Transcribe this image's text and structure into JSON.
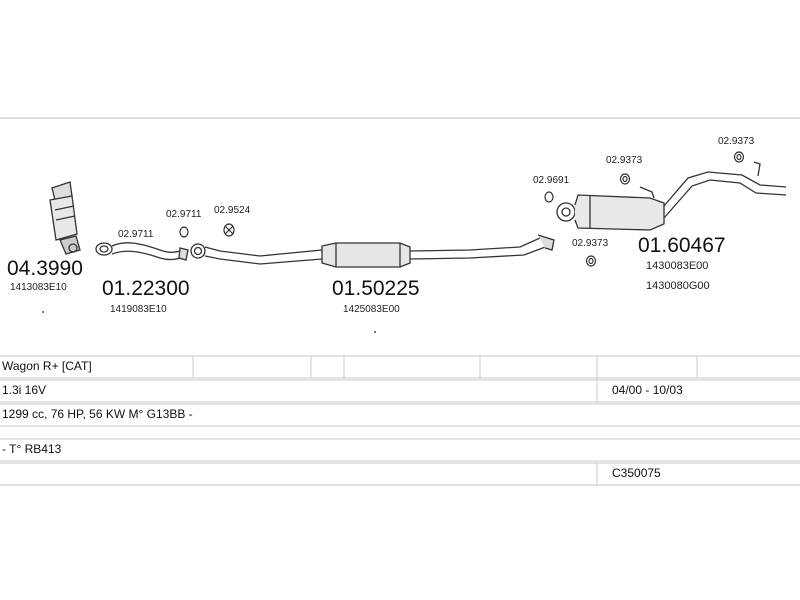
{
  "parts": {
    "p1": {
      "number": "04.3990",
      "ref": "1413083E10"
    },
    "p2": {
      "number": "01.22300",
      "ref": "1419083E10"
    },
    "p3": {
      "number": "01.50225",
      "ref": "1425083E00"
    },
    "p4": {
      "number": "01.60467",
      "ref_a": "1430083E00",
      "ref_b": "1430080G00"
    }
  },
  "accessories": {
    "a1": "02.9711",
    "a2": "02.9711",
    "a3": "02.9524",
    "a4": "02.9691",
    "a5": "02.9373",
    "a6": "02.9373",
    "a7": "02.9373"
  },
  "table": {
    "row1": "Wagon R+  [CAT]",
    "row2_left": "1.3i 16V",
    "row2_right": "04/00 - 10/03",
    "row3": "1299 cc, 76 HP, 56 KW M° G13BB -",
    "row4": "- T° RB413",
    "row5_right": "C350075"
  }
}
